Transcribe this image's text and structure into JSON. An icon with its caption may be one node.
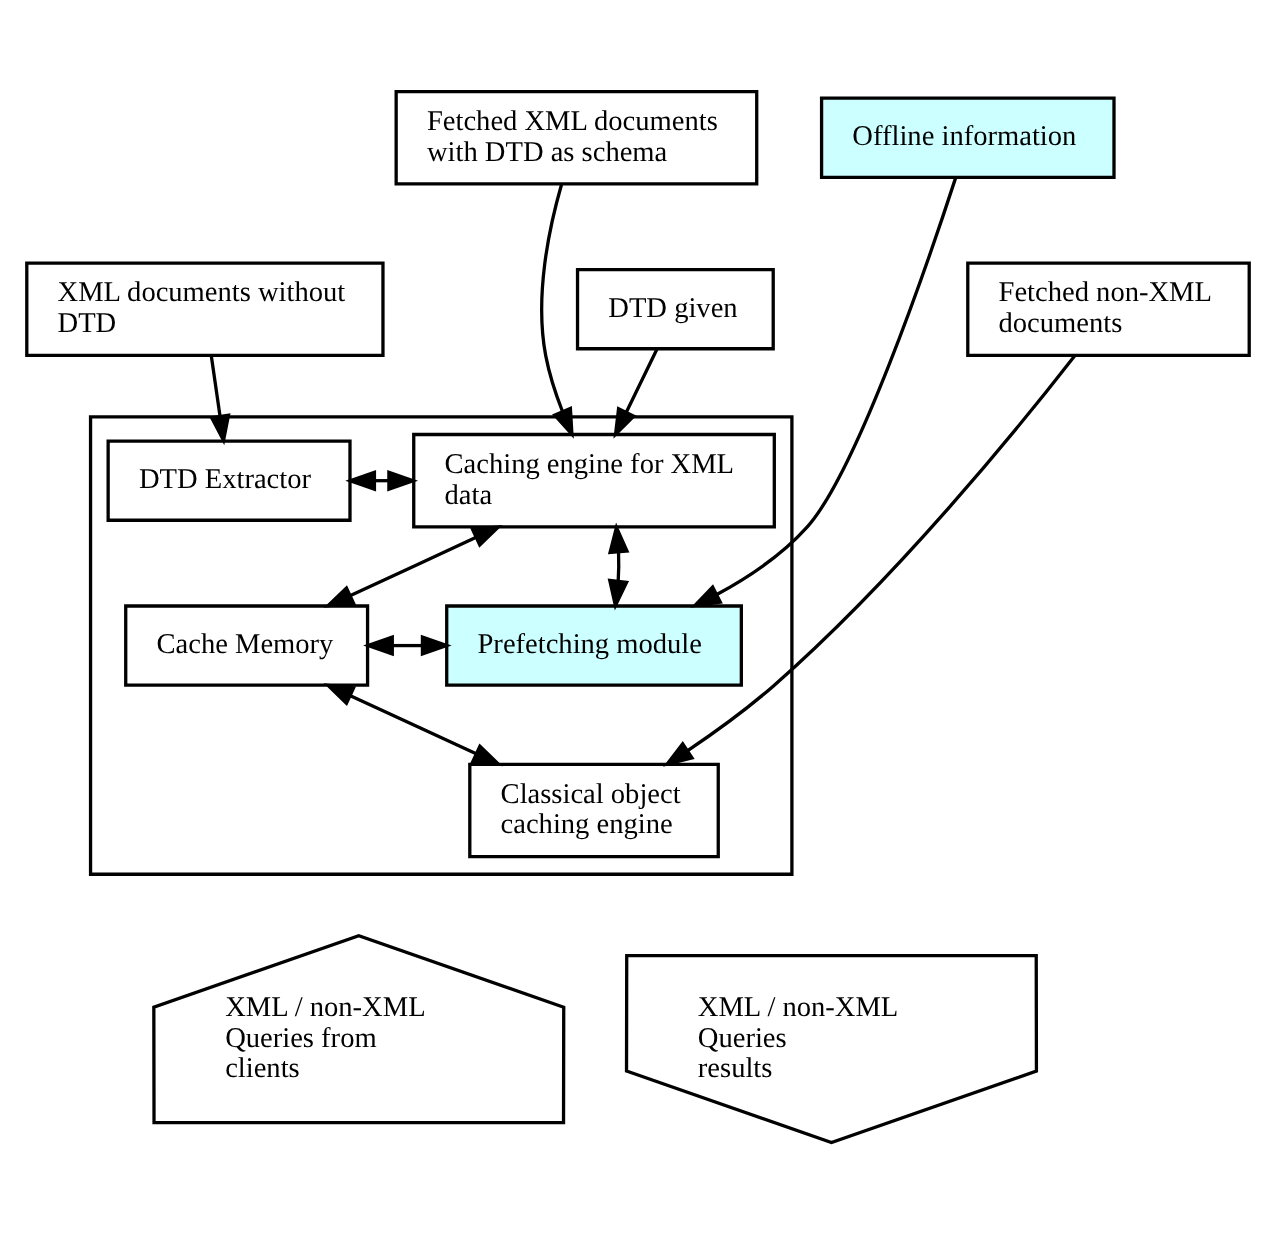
{
  "diagram": {
    "nodes": [
      {
        "text": [
          "Fetched XML documents with DTD as schema"
        ]
      },
      {
        "text": [
          "Offline information"
        ]
      },
      {
        "text": [
          "XML documents without DTD"
        ]
      },
      {
        "text": [
          "DTD given"
        ]
      },
      {
        "text": [
          "Fetched non-XML documents"
        ]
      },
      {
        "text": [],
        "shape": "box"
      },
      {
        "text": [
          "DTD Extractor"
        ],
        "in": 5
      },
      {
        "text": [
          "Caching engine for XML data"
        ],
        "in": 5
      },
      {
        "text": [
          "Cache Memory"
        ],
        "in": 5
      },
      {
        "text": [
          "Prefetching module"
        ],
        "in": 5
      },
      {
        "text": [
          "Classical object caching engine"
        ],
        "in": 5
      },
      {
        "text": [
          "XML / non-XML Queries from clients"
        ]
      },
      {
        "text": [
          "XML / non-XML Queries results"
        ]
      }
    ],
    "edges": [
      {
        "from": 2,
        "to": 6,
        "arrow": "to"
      },
      {
        "from": 3,
        "to": 7,
        "arrow": "to"
      },
      {
        "from": 0,
        "to": 7,
        "arrow": "to"
      },
      {
        "from": 1,
        "to": 9,
        "arrow": "to"
      },
      {
        "from": 4,
        "to": 10,
        "arrow": "to"
      },
      {
        "from": 6,
        "to": 7,
        "arrow": "both"
      },
      {
        "from": 8,
        "to": 7,
        "arrow": "both"
      },
      {
        "from": 7,
        "to": 9,
        "arrow": "both"
      },
      {
        "from": 8,
        "to": 9,
        "arrow": "both"
      },
      {
        "from": 8,
        "to": 10,
        "arrow": "both"
      }
    ]
  }
}
